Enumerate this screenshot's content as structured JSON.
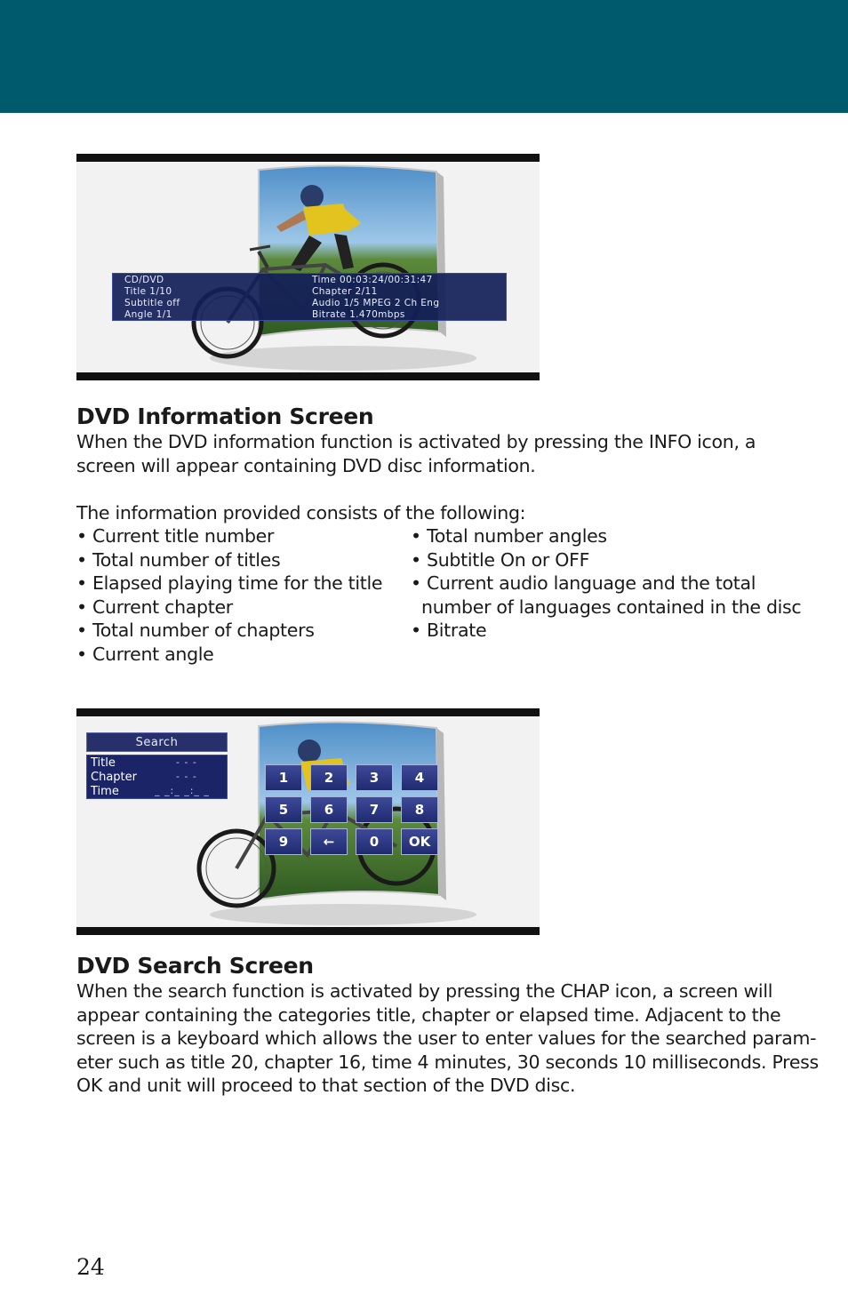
{
  "screen1": {
    "osd": {
      "col1": [
        "CD/DVD",
        "Title 1/10",
        "Subtitle off",
        "Angle 1/1"
      ],
      "col2": [
        "Time 00:03:24/00:31:47",
        "Chapter   2/11",
        "Audio 1/5 MPEG 2 Ch Eng",
        "Bitrate 1.470mbps"
      ]
    }
  },
  "section1": {
    "title": "DVD Information Screen",
    "intro_lines": [
      "When the DVD information function is activated by pressing the INFO icon, a",
      "screen will appear containing DVD disc information."
    ],
    "list_intro": "The information provided consists of the following:",
    "list_left": [
      "• Current title number",
      "• Total number of titles",
      "• Elapsed playing time for the title",
      "• Current chapter",
      "• Total number of chapters",
      "• Current angle"
    ],
    "list_right": [
      "• Total number angles",
      "• Subtitle On or OFF",
      "• Current audio language and the total",
      "number of languages contained in the disc",
      "• Bitrate"
    ]
  },
  "screen2": {
    "search_title": "Search",
    "rows": [
      {
        "label": "Title",
        "value": "- - -"
      },
      {
        "label": "Chapter",
        "value": "- - -"
      },
      {
        "label": "Time",
        "value": "_ _:_ _:_ _"
      }
    ],
    "keys": [
      "1",
      "2",
      "3",
      "4",
      "5",
      "6",
      "7",
      "8",
      "9",
      "←",
      "0",
      "OK"
    ]
  },
  "section2": {
    "title": "DVD Search Screen",
    "body_lines": [
      "When the search function is activated by pressing the CHAP icon, a screen will",
      "appear containing the categories title, chapter or elapsed time.  Adjacent to the",
      "screen is a keyboard which allows the user to enter values for the searched param-",
      "eter such as title 20, chapter 16, time 4 minutes, 30 seconds 10 milliseconds. Press",
      "OK and unit will proceed to that section of the DVD disc."
    ]
  },
  "page_number": "24"
}
